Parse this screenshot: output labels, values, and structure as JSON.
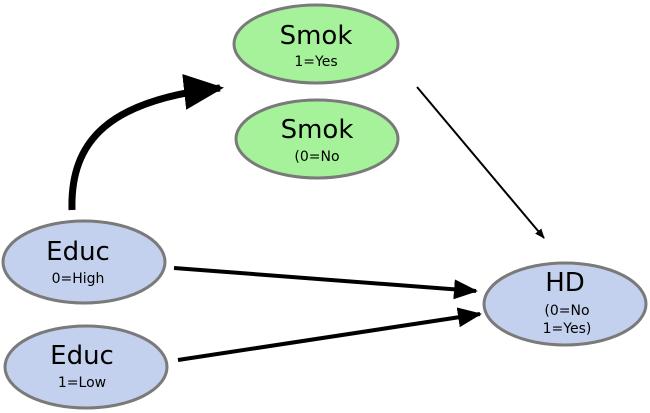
{
  "colors": {
    "smok_fill": "#a6f29a",
    "educ_fill": "#c3d1ee",
    "hd_fill": "#c3d1ee",
    "node_stroke": "#7a7a7a",
    "arrow": "#000000"
  },
  "nodes": {
    "smok_yes": {
      "title": "Smok",
      "sub": "1=Yes"
    },
    "smok_no": {
      "title": "Smok",
      "sub": "(0=No"
    },
    "educ_high": {
      "title": "Educ",
      "sub": "0=High"
    },
    "educ_low": {
      "title": "Educ",
      "sub": "1=Low"
    },
    "hd": {
      "title": "HD",
      "sub_1": "(0=No",
      "sub_2": "1=Yes)"
    }
  },
  "edges": [
    {
      "from": "educ_high",
      "to": "smok_yes",
      "style": "bold-curved"
    },
    {
      "from": "smok_yes",
      "to": "hd",
      "style": "thin"
    },
    {
      "from": "educ_high",
      "to": "hd",
      "style": "medium"
    },
    {
      "from": "educ_low",
      "to": "hd",
      "style": "medium"
    }
  ]
}
